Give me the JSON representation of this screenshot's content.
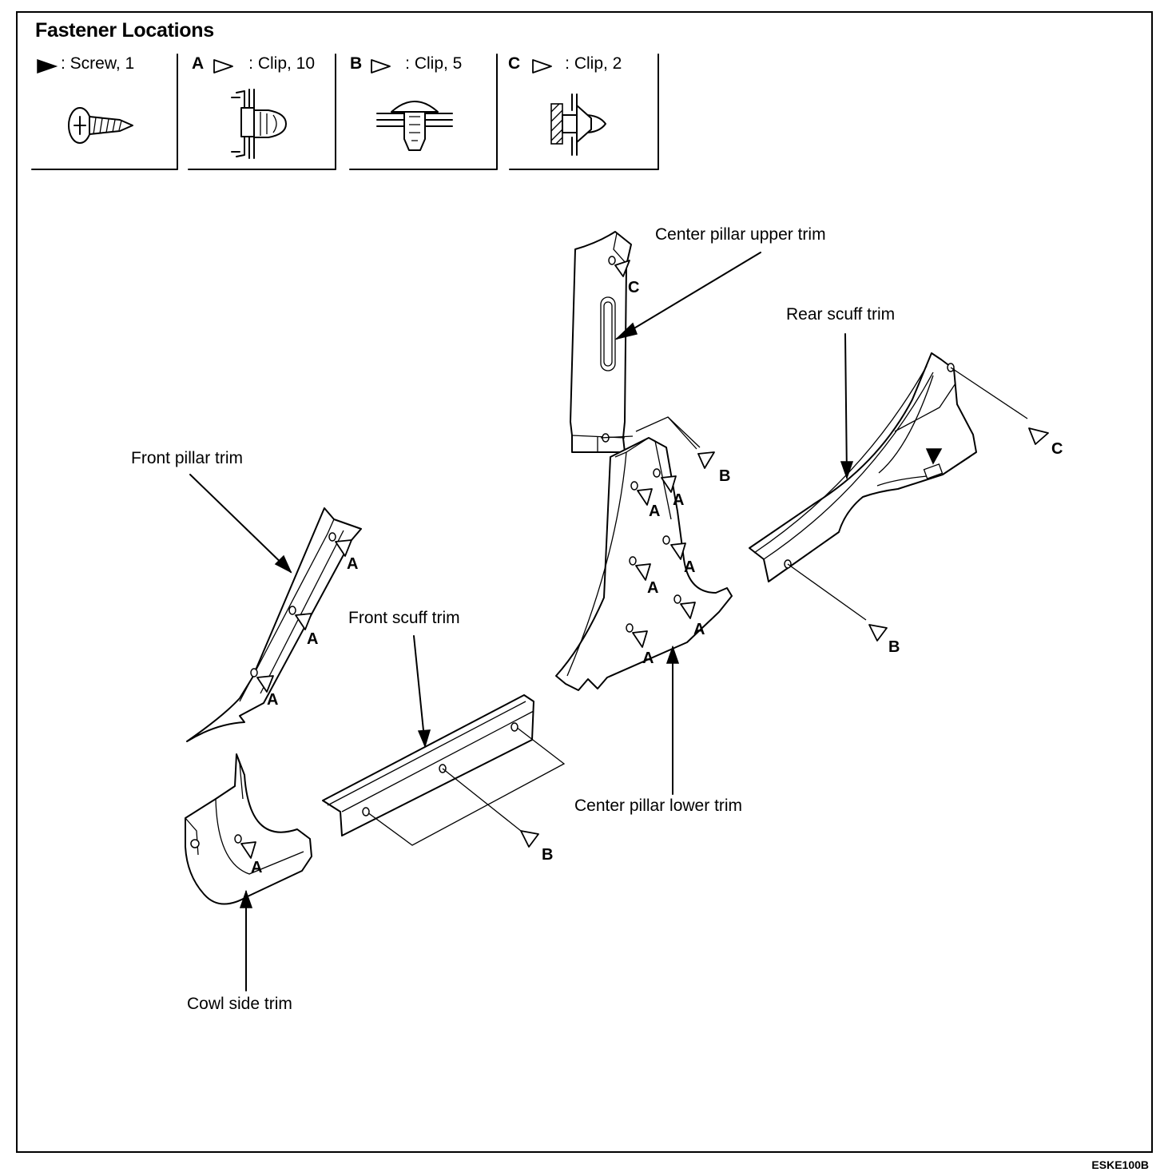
{
  "title": "Fastener Locations",
  "legend": [
    {
      "key": "",
      "text": ": Screw, 1",
      "symbol": "screw-filled-triangle"
    },
    {
      "key": "A",
      "text": ": Clip, 10",
      "symbol": "clip-open-triangle"
    },
    {
      "key": "B",
      "text": ": Clip, 5",
      "symbol": "clip-open-triangle"
    },
    {
      "key": "C",
      "text": ": Clip, 2",
      "symbol": "clip-open-triangle"
    }
  ],
  "parts": {
    "center_pillar_upper": "Center pillar upper trim",
    "rear_scuff": "Rear scuff trim",
    "front_pillar": "Front pillar trim",
    "front_scuff": "Front scuff trim",
    "center_pillar_lower": "Center pillar lower trim",
    "cowl_side": "Cowl side trim"
  },
  "letters": {
    "a": "A",
    "b": "B",
    "c": "C"
  },
  "figure_code": "ESKE100B"
}
